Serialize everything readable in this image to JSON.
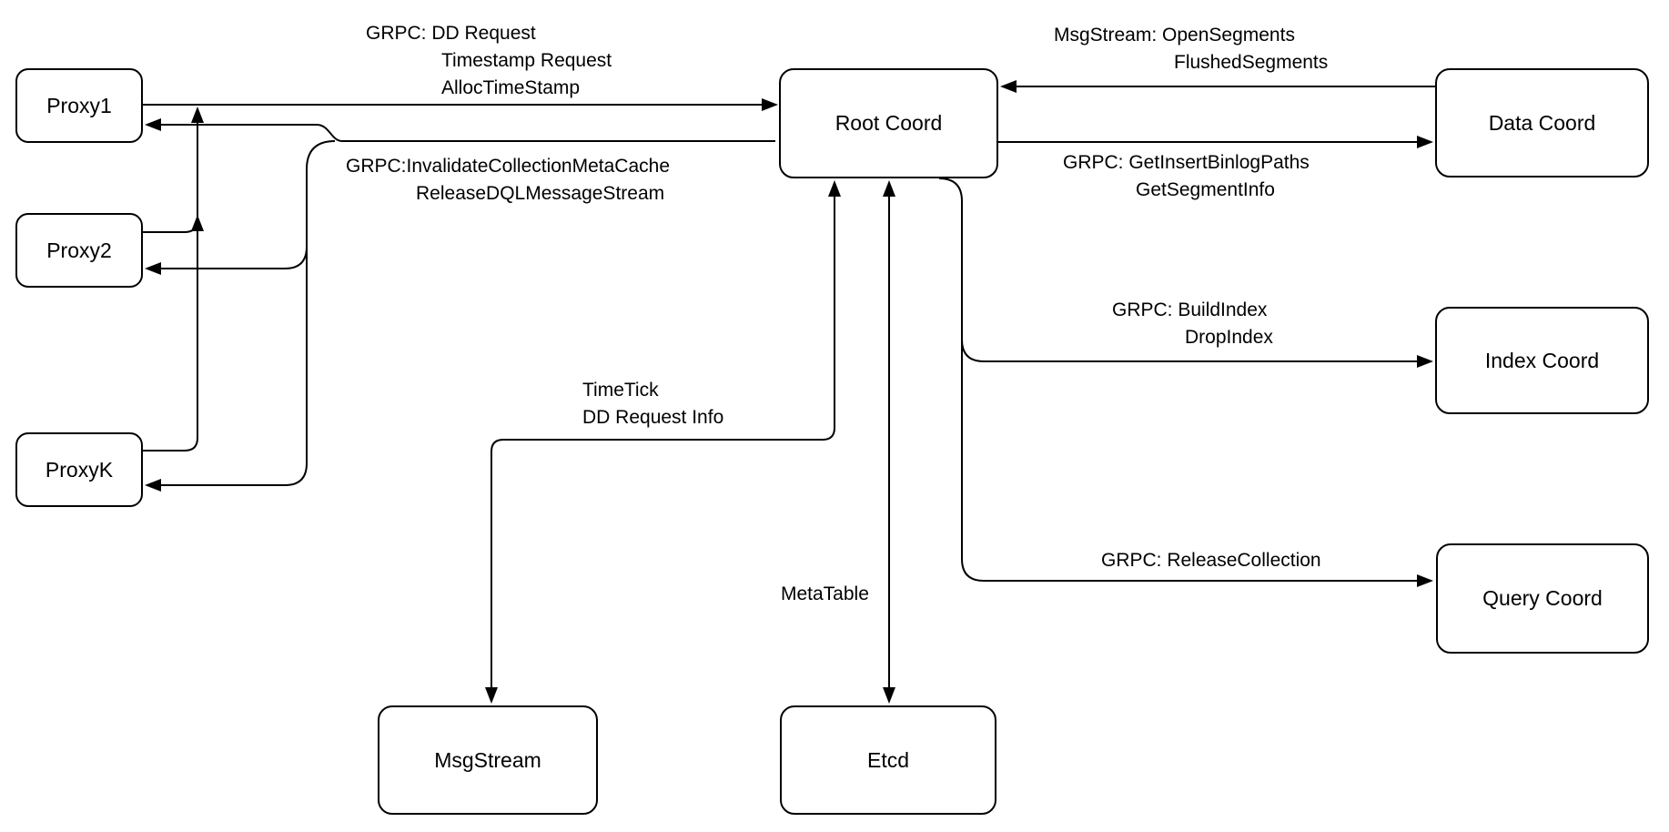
{
  "colors": {
    "background": "#ffffff",
    "node_fill": "#ffffff",
    "stroke": "#000000",
    "text": "#000000"
  },
  "nodes": {
    "proxy1": {
      "label": "Proxy1"
    },
    "proxy2": {
      "label": "Proxy2"
    },
    "proxyk": {
      "label": "ProxyK"
    },
    "root": {
      "label": "Root Coord"
    },
    "data": {
      "label": "Data Coord"
    },
    "index": {
      "label": "Index Coord"
    },
    "query": {
      "label": "Query Coord"
    },
    "msgstream": {
      "label": "MsgStream"
    },
    "etcd": {
      "label": "Etcd"
    }
  },
  "edge_labels": {
    "proxy_to_root": {
      "line1": "GRPC: DD Request",
      "line2": "Timestamp Request",
      "line3": "AllocTimeStamp"
    },
    "root_to_proxy": {
      "line1": "GRPC:InvalidateCollectionMetaCache",
      "line2": "ReleaseDQLMessageStream"
    },
    "data_to_root": {
      "line1": "MsgStream: OpenSegments",
      "line2": "FlushedSegments"
    },
    "root_to_data": {
      "line1": "GRPC: GetInsertBinlogPaths",
      "line2": "GetSegmentInfo"
    },
    "root_to_index": {
      "line1": "GRPC: BuildIndex",
      "line2": "DropIndex"
    },
    "root_to_query": {
      "line1": "GRPC: ReleaseCollection"
    },
    "root_to_msgstream": {
      "line1": "TimeTick",
      "line2": "DD Request Info"
    },
    "root_to_etcd": {
      "line1": "MetaTable"
    }
  },
  "edges": [
    {
      "from": "Proxy1/Proxy2/ProxyK",
      "to": "Root Coord",
      "direction": "one-way",
      "label": "GRPC: DD Request, Timestamp Request, AllocTimeStamp"
    },
    {
      "from": "Root Coord",
      "to": "Proxy1/Proxy2/ProxyK",
      "direction": "one-way",
      "label": "GRPC:InvalidateCollectionMetaCache, ReleaseDQLMessageStream"
    },
    {
      "from": "Data Coord",
      "to": "Root Coord",
      "direction": "one-way",
      "label": "MsgStream: OpenSegments, FlushedSegments"
    },
    {
      "from": "Root Coord",
      "to": "Data Coord",
      "direction": "one-way",
      "label": "GRPC: GetInsertBinlogPaths, GetSegmentInfo"
    },
    {
      "from": "Root Coord",
      "to": "Index Coord",
      "direction": "one-way",
      "label": "GRPC: BuildIndex, DropIndex"
    },
    {
      "from": "Root Coord",
      "to": "Query Coord",
      "direction": "one-way",
      "label": "GRPC: ReleaseCollection"
    },
    {
      "from": "Root Coord",
      "to": "MsgStream",
      "direction": "two-way",
      "label": "TimeTick, DD Request Info"
    },
    {
      "from": "Root Coord",
      "to": "Etcd",
      "direction": "two-way",
      "label": "MetaTable"
    }
  ]
}
